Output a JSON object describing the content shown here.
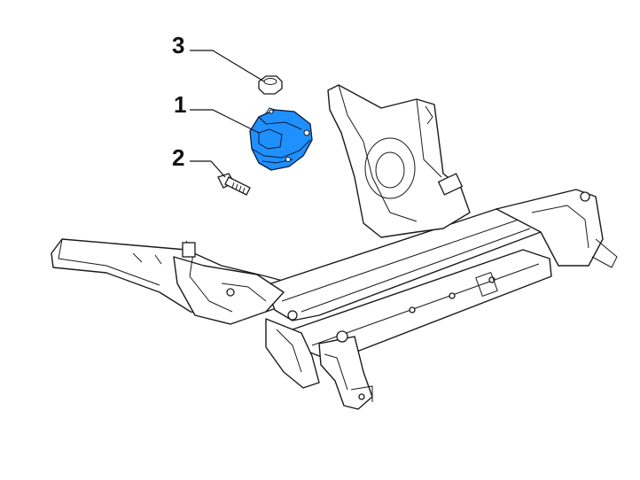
{
  "diagram": {
    "callouts": [
      {
        "id": "callout-3",
        "label": "3"
      },
      {
        "id": "callout-1",
        "label": "1"
      },
      {
        "id": "callout-2",
        "label": "2"
      }
    ],
    "colors": {
      "highlight": "#1e90ff",
      "linework": "#1a1a1a",
      "background": "#ffffff"
    }
  }
}
